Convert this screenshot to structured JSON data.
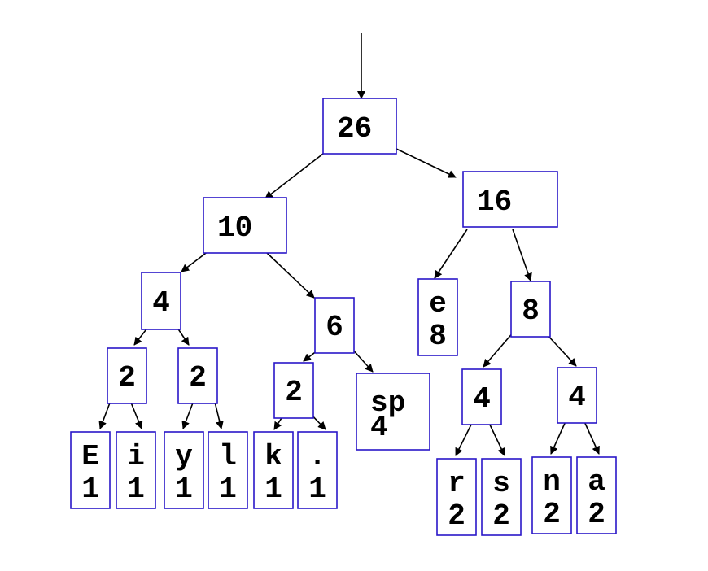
{
  "tree": {
    "root": {
      "line1": "26"
    },
    "n10": {
      "line1": "10"
    },
    "n16": {
      "line1": "16"
    },
    "n4a": {
      "line1": "4"
    },
    "n6": {
      "line1": "6"
    },
    "e": {
      "line1": "e",
      "line2": "8"
    },
    "n8": {
      "line1": "8"
    },
    "n2a": {
      "line1": "2"
    },
    "n2b": {
      "line1": "2"
    },
    "n2c": {
      "line1": "2"
    },
    "sp": {
      "line1": "sp",
      "line2": "4"
    },
    "n4b": {
      "line1": "4"
    },
    "n4c": {
      "line1": "4"
    },
    "E": {
      "line1": "E",
      "line2": "1"
    },
    "i": {
      "line1": "i",
      "line2": "1"
    },
    "y": {
      "line1": "y",
      "line2": "1"
    },
    "l": {
      "line1": "l",
      "line2": "1"
    },
    "k": {
      "line1": "k",
      "line2": "1"
    },
    "dot": {
      "line1": ".",
      "line2": "1"
    },
    "r": {
      "line1": "r",
      "line2": "2"
    },
    "s": {
      "line1": "s",
      "line2": "2"
    },
    "n": {
      "line1": "n",
      "line2": "2"
    },
    "a": {
      "line1": "a",
      "line2": "2"
    }
  },
  "colors": {
    "box_stroke": "#2a17c8",
    "text": "#000000",
    "edge": "#000000"
  }
}
